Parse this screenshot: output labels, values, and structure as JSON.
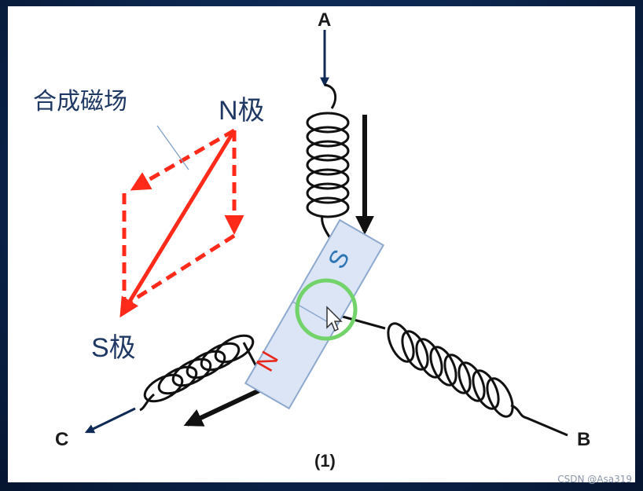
{
  "labels": {
    "terminal_a": "A",
    "terminal_b": "B",
    "terminal_c": "C",
    "n_pole": "N极",
    "s_pole": "S极",
    "resultant_field": "合成磁场",
    "magnet_s": "S",
    "magnet_n": "N",
    "figure_number": "(1)"
  },
  "watermark": "CSDN @Asa319",
  "colors": {
    "field_vector": "#ff2a1a",
    "coil": "#111111",
    "lead_arrow": "#0f2a55",
    "magnet_body": "#dbe5f5",
    "magnet_s": "#2e75b6",
    "magnet_n": "#e8281c",
    "center_ring": "#72d36a",
    "pole_text": "#1f3864"
  }
}
